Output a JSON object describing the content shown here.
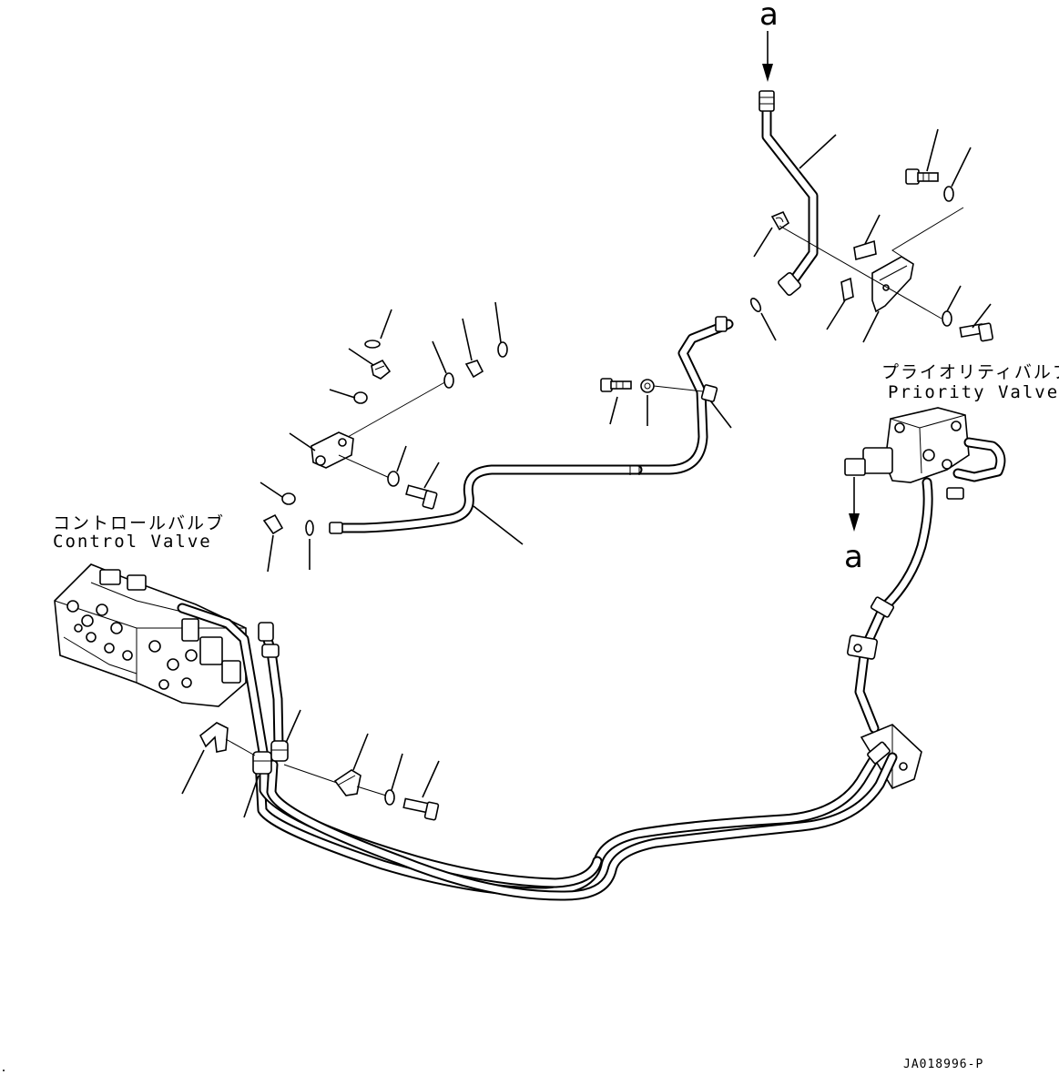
{
  "labels": {
    "control_valve_jp": "コントロールバルブ",
    "control_valve_en": "Control Valve",
    "priority_valve_jp": "プライオリティバルブ",
    "priority_valve_en": "Priority Valve",
    "connection_top": "a",
    "connection_bottom": "a"
  },
  "drawing_code": "JA018996-P"
}
